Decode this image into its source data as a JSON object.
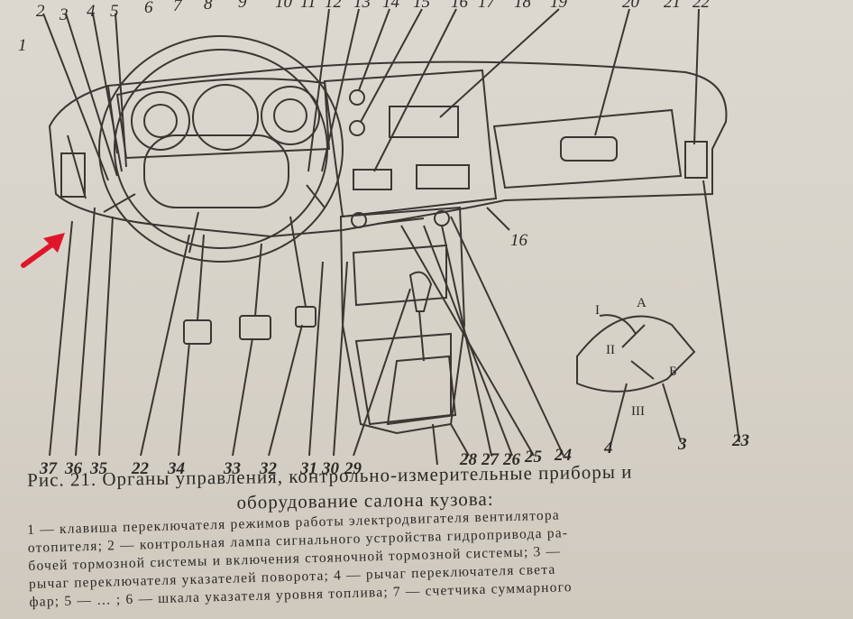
{
  "callouts": {
    "top": [
      "2",
      "3",
      "4",
      "5",
      "6",
      "7",
      "8",
      "9",
      "10",
      "11",
      "12",
      "13",
      "14",
      "15",
      "16",
      "17",
      "18",
      "19",
      "20",
      "21",
      "22"
    ],
    "bottom": [
      "37",
      "36",
      "35",
      "22",
      "34",
      "33",
      "32",
      "31",
      "30",
      "29",
      "28",
      "27",
      "26",
      "25",
      "24",
      "4",
      "3",
      "23"
    ],
    "middle_16": "16",
    "left_1": "1"
  },
  "inset": {
    "roman_1": "I",
    "roman_2": "II",
    "roman_3": "III",
    "letter_a": "А",
    "letter_b": "Б"
  },
  "caption": {
    "line1": "Рис. 21. Органы управления, контрольно-измерительные приборы и",
    "line2": "оборудование салона кузова:"
  },
  "legend": {
    "line1": "1 — клавиша переключателя режимов работы электродвигателя вентилятора",
    "line2": "отопителя; 2 — контрольная лампа сигнального устройства гидропривода ра-",
    "line3": "бочей тормозной системы и включения стояночной тормозной системы; 3 —",
    "line4": "рычаг переключателя указателей поворота; 4 — рычаг переключателя света",
    "line5": "фар; 5 — … ; 6 — шкала указателя уровня топлива; 7 — счетчика суммарного"
  },
  "colors": {
    "paper": "#d9d4ca",
    "ink": "#2b2926",
    "arrow": "#e0152b"
  }
}
